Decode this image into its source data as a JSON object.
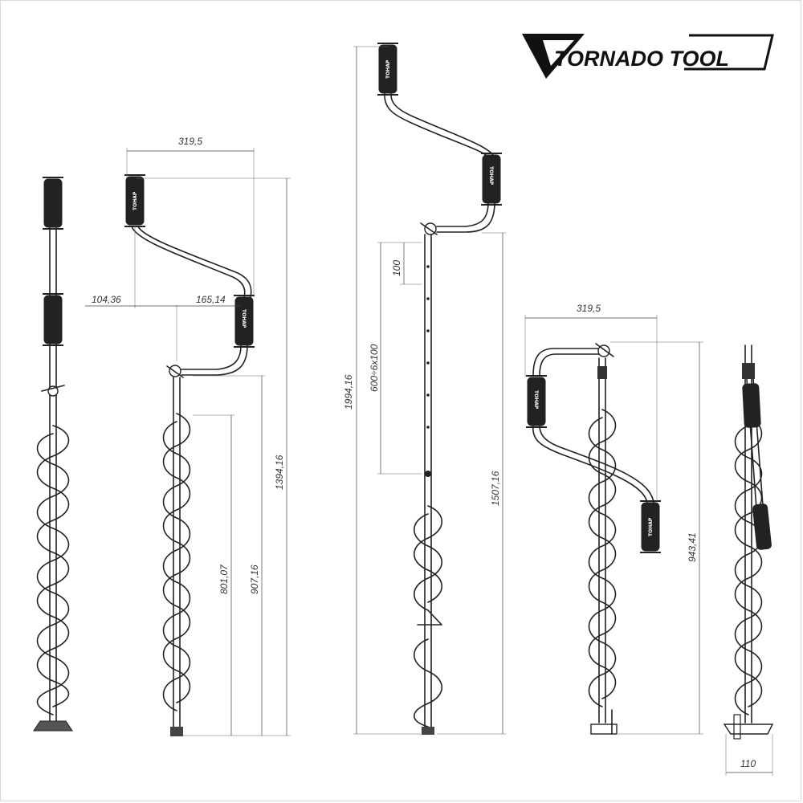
{
  "brand": {
    "logo_text": "TORNADO TOOL"
  },
  "grip_label": "ТОНАР",
  "dimensions": {
    "view2_width": "319,5",
    "view2_offset_left": "104,36",
    "view2_offset_right": "165,14",
    "view2_total_height": "1394,16",
    "view2_mid_height": "907,16",
    "view2_auger_height": "801,07",
    "view3_total_height": "1994,16",
    "view3_extension": "600÷6x100",
    "view3_step": "100",
    "view3_lower_height": "1507,16",
    "view4_width": "319,5",
    "view4_height": "943,41",
    "view5_width": "110"
  }
}
